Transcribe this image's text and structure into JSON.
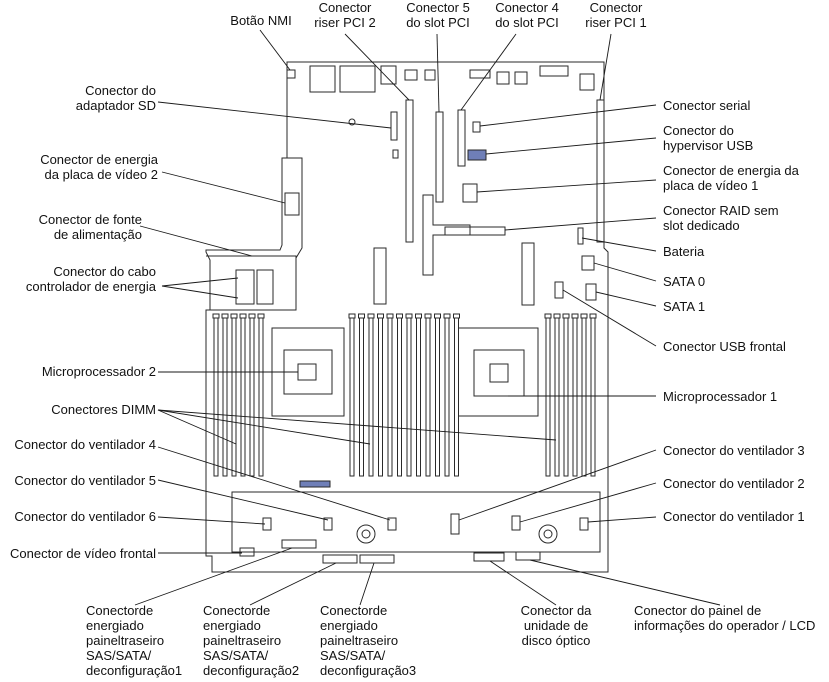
{
  "labels": {
    "nmi": "Botão NMI",
    "riser2": "Conector\nriser PCI 2",
    "slot5": "Conector 5\ndo slot PCI",
    "slot4": "Conector 4\ndo slot PCI",
    "riser1": "Conector\nriser PCI 1",
    "sd": "Conector do\nadaptador SD",
    "gpu_power2": "Conector de energia\nda placa de vídeo 2",
    "psu": "Conector de fonte\nde alimentação",
    "power_ctrl": "Conector do cabo\ncontrolador de energia",
    "cpu2": "Microprocessador 2",
    "dimm": "Conectores DIMM",
    "fan4": "Conector do ventilador 4",
    "fan5": "Conector do ventilador 5",
    "fan6": "Conector do ventilador 6",
    "front_video": "Conector de vídeo frontal",
    "serial": "Conector serial",
    "usb_hyper": "Conector do\nhypervisor USB",
    "gpu_power1": "Conector de energia da\nplaca de vídeo 1",
    "raid": "Conector RAID sem\nslot dedicado",
    "battery": "Bateria",
    "sata0": "SATA 0",
    "sata1": "SATA 1",
    "usb_front": "Conector USB frontal",
    "cpu1": "Microprocessador 1",
    "fan3": "Conector do ventilador 3",
    "fan2": "Conector do ventilador 2",
    "fan1": "Conector do ventilador 1",
    "bp1": "Conectorde\nenergiado\npaineltraseiro\nSAS/SATA/\ndeconfiguração1",
    "bp2": "Conectorde\nenergiado\npaineltraseiro\nSAS/SATA/\ndeconfiguração2",
    "bp3": "Conectorde\nenergiado\npaineltraseiro\nSAS/SATA/\ndeconfiguração3",
    "optical": "Conector da\nunidade de\ndisco óptico",
    "lcd": "Conector do painel de\ninformações do operador / LCD"
  },
  "colors": {
    "outline": "#2a2a2a",
    "leader": "#1a1a1a",
    "highlight": "#6f7fb8",
    "fill": "#ffffff"
  }
}
